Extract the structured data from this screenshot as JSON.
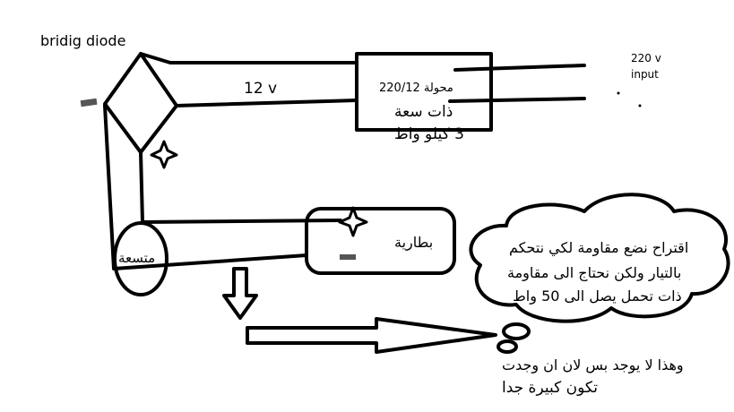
{
  "labels": {
    "bridge_diode": "bridig diode",
    "voltage_12v": "12 v",
    "transformer_rating": "محولة 220/12",
    "transformer_capacity_line1": "ذات سعة",
    "transformer_capacity_line2": "3 كيلو واط",
    "input_voltage": "220 v",
    "input_word": "input",
    "capacitor": "متسعة",
    "battery": "بطارية",
    "note_line1": "وهذا لا يوجد بس لان ان وجدت",
    "note_line2": "تكون كبيرة جدا"
  },
  "bubble": {
    "line1": "اقتراح نضع مقاومة لكي نتحكم",
    "line2": "بالتيار ولكن نحتاج الى مقاومة",
    "line3": "ذات تحمل يصل الى 50 واط"
  }
}
